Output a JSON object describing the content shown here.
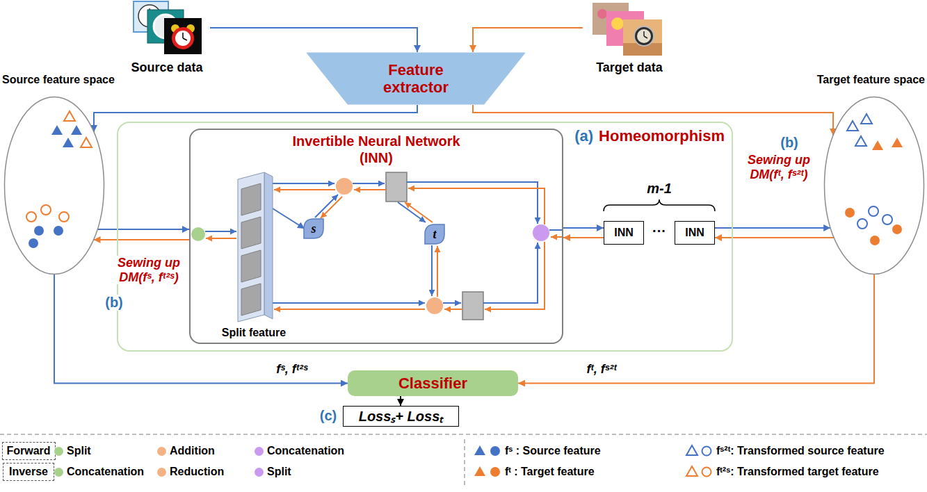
{
  "diagram": {
    "nodes": [
      {
        "text": [
          "Source data"
        ]
      },
      {
        "text": [
          "Feature extractor"
        ]
      },
      {
        "text": [
          "Target data"
        ]
      },
      {
        "text": [
          "Source feature space"
        ]
      },
      {
        "text": [
          "(a)",
          "Homeomorphism"
        ]
      },
      {
        "text": [
          "Invertible Neural Network (INN)"
        ],
        "in": 4
      },
      {
        "text": [
          "Split feature"
        ],
        "in": 5
      },
      {
        "text": [
          "s"
        ],
        "in": 5
      },
      {
        "text": [
          "t"
        ],
        "in": 5
      },
      {
        "text": [
          "INN"
        ],
        "in": 4
      },
      {
        "text": [
          "INN"
        ],
        "in": 4
      },
      {
        "text": [
          "Target feature space"
        ]
      },
      {
        "text": [
          "Classifier"
        ]
      },
      {
        "text": [
          "Lossₛ+ Lossₜ"
        ]
      },
      {
        "text": [
          "Forward"
        ]
      },
      {
        "text": [
          "Inverse"
        ]
      }
    ],
    "edges": [
      {
        "from": 0,
        "to": 1,
        "arrow": "to"
      },
      {
        "from": 2,
        "to": 1,
        "arrow": "to"
      },
      {
        "from": 1,
        "to": 3,
        "arrow": "to"
      },
      {
        "from": 1,
        "to": 11,
        "arrow": "to"
      },
      {
        "from": 3,
        "to": 12,
        "arrow": "to",
        "label": "fˢ, fᵗ²ˢ"
      },
      {
        "from": 11,
        "to": 12,
        "arrow": "to",
        "label": "fᵗ, fˢ²ᵗ"
      },
      {
        "from": 12,
        "to": 13,
        "arrow": "to"
      },
      {
        "from": 3,
        "to": 5,
        "arrow": "to"
      },
      {
        "from": 5,
        "to": 3,
        "arrow": "to"
      },
      {
        "from": 5,
        "to": 9,
        "arrow": "to"
      },
      {
        "from": 9,
        "to": 5,
        "arrow": "to"
      },
      {
        "from": 10,
        "to": 11,
        "arrow": "to"
      },
      {
        "from": 11,
        "to": 10,
        "arrow": "to"
      },
      {
        "from": 6,
        "to": 7,
        "arrow": "to"
      }
    ],
    "labels": [
      "m-1",
      "···",
      "(b)",
      "Sewing up DM(fˢ, fᵗ²ˢ)",
      "(b)",
      "Sewing up DM(fᵗ, fˢ²ᵗ)",
      "(c)"
    ],
    "legend": [
      {
        "text": "Split",
        "color": "#a9d18e"
      },
      {
        "text": "Addition",
        "color": "#f4b183"
      },
      {
        "text": "Concatenation",
        "color": "#c99af0"
      },
      {
        "text": "fˢ : Source feature"
      },
      {
        "text": "fˢ²ᵗ: Transformed source feature"
      },
      {
        "text": "Concatenation",
        "color": "#a9d18e"
      },
      {
        "text": "Reduction",
        "color": "#f4b183"
      },
      {
        "text": "Split",
        "color": "#c99af0"
      },
      {
        "text": "fᵗ : Target feature"
      },
      {
        "text": "fᵗ²ˢ: Transformed target feature"
      }
    ]
  }
}
